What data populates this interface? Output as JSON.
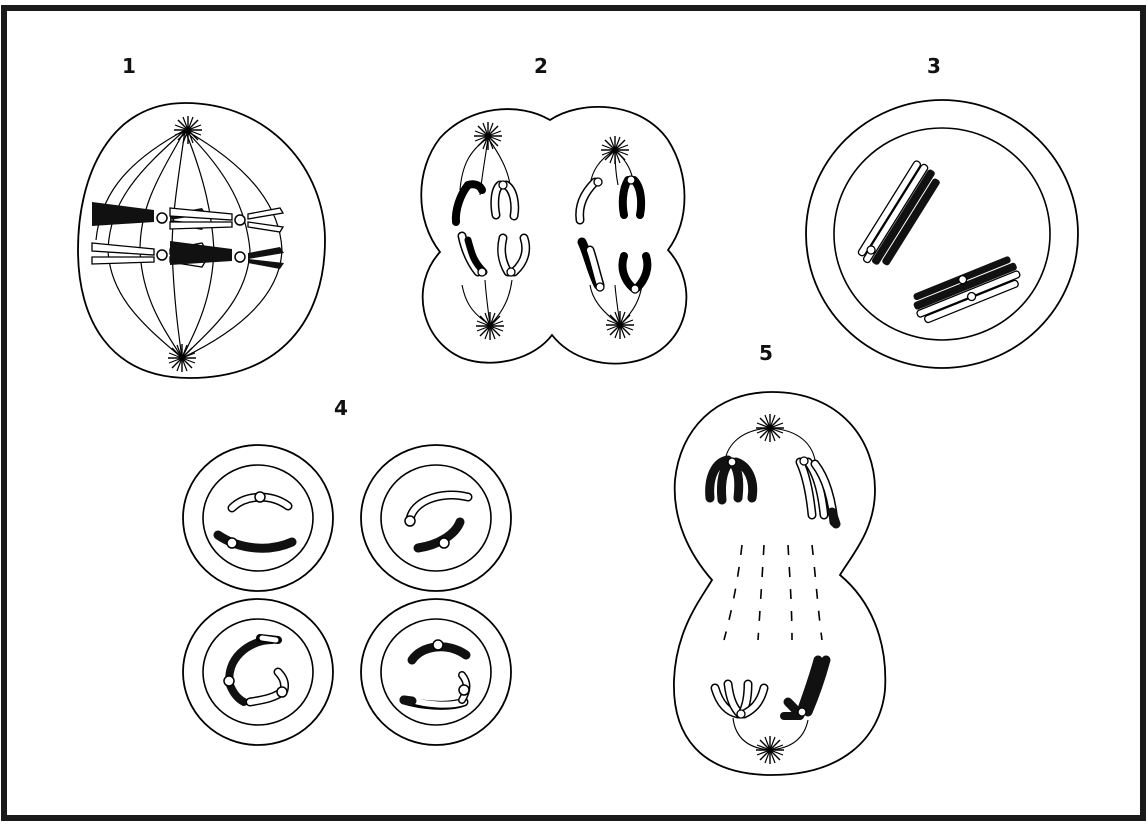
{
  "figure": {
    "panels": [
      {
        "label": "1"
      },
      {
        "label": "2"
      },
      {
        "label": "3"
      },
      {
        "label": "4"
      },
      {
        "label": "5"
      }
    ]
  }
}
